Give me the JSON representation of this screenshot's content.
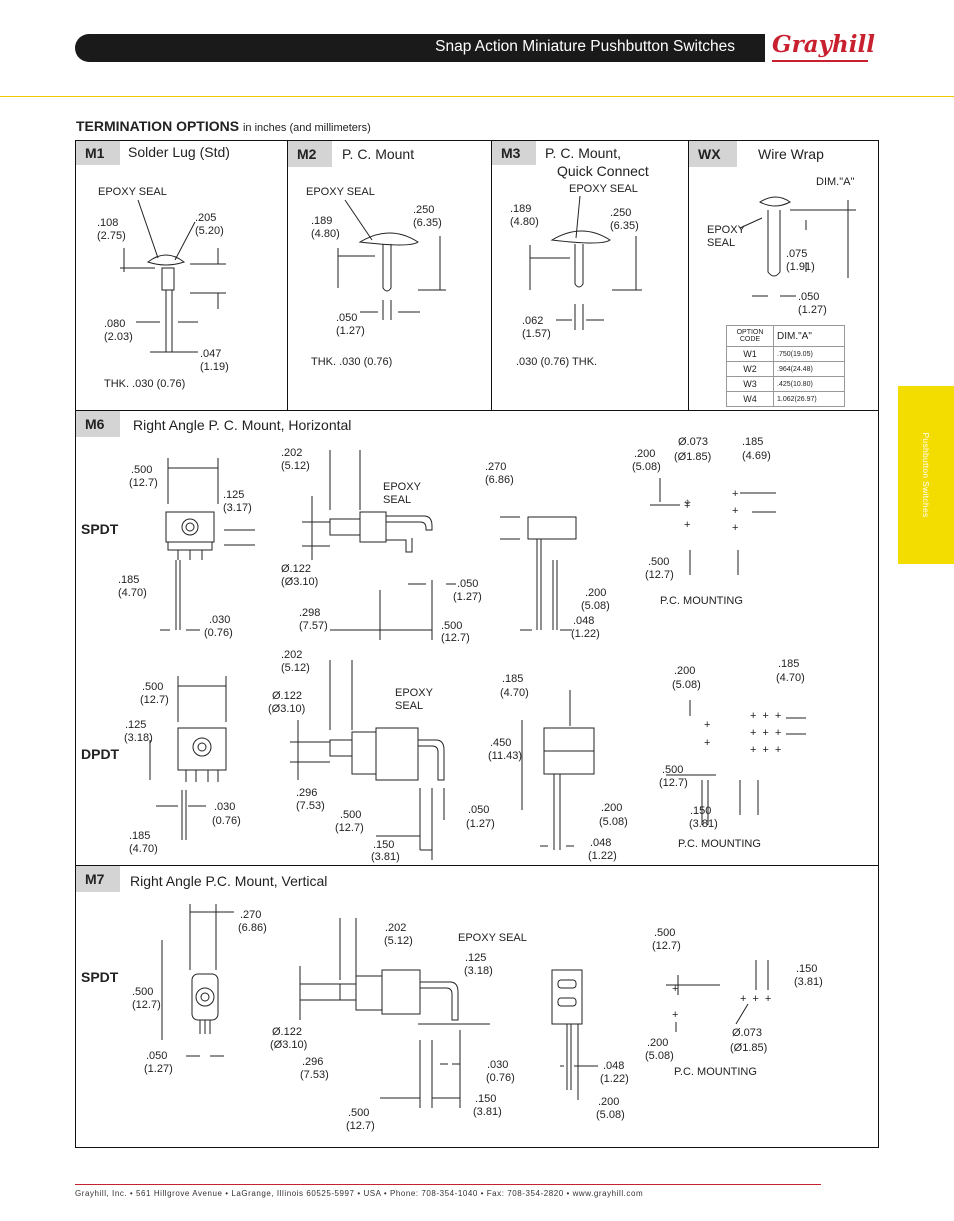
{
  "header": {
    "title": "Snap Action Miniature Pushbutton Switches",
    "logo_text": "Grayhill"
  },
  "side_tab": {
    "label": "Pushbutton Switches",
    "color": "#f3dc00"
  },
  "section": {
    "title": "TERMINATION OPTIONS",
    "subtitle": "in inches (and millimeters)"
  },
  "m1": {
    "code": "M1",
    "title": "Solder Lug (Std)",
    "d1": "EPOXY SEAL",
    "d2": ".108",
    "d3": "(2.75)",
    "d4": ".205",
    "d5": "(5.20)",
    "d6": ".080",
    "d7": "(2.03)",
    "d8": ".047",
    "d9": "(1.19)",
    "d10": "THK. .030 (0.76)"
  },
  "m2": {
    "code": "M2",
    "title": "P. C. Mount",
    "d1": "EPOXY SEAL",
    "d2": ".189",
    "d3": "(4.80)",
    "d4": ".250",
    "d5": "(6.35)",
    "d6": ".050",
    "d7": "(1.27)",
    "d8": "THK. .030 (0.76)"
  },
  "m3": {
    "code": "M3",
    "title_line1": "P. C. Mount,",
    "title_line2": "Quick Connect",
    "d1": "EPOXY SEAL",
    "d2": ".189",
    "d3": "(4.80)",
    "d4": ".250",
    "d5": "(6.35)",
    "d6": ".062",
    "d7": "(1.57)",
    "d8": ".030 (0.76) THK."
  },
  "wx": {
    "code": "WX",
    "title": "Wire Wrap",
    "d1": "DIM.\"A\"",
    "d2": "EPOXY",
    "d3": "SEAL",
    "d4": ".075",
    "d5": "(1.91)",
    "d6": ".050",
    "d7": "(1.27)",
    "table": {
      "h1a": "OPTION",
      "h1b": "CODE",
      "h2": "DIM.\"A\"",
      "rows": [
        {
          "code": "W1",
          "dim": ".750(19.05)"
        },
        {
          "code": "W2",
          "dim": ".964(24.48)"
        },
        {
          "code": "W3",
          "dim": ".425(10.80)"
        },
        {
          "code": "W4",
          "dim": "1.062(26.97)"
        }
      ]
    }
  },
  "m6": {
    "code": "M6",
    "title": "Right Angle P. C. Mount, Horizontal",
    "spdt": {
      "label": "SPDT",
      "d1": ".500",
      "d2": "(12.7)",
      "d3": ".125",
      "d4": "(3.17)",
      "d5": ".185",
      "d6": "(4.70)",
      "d7": ".030",
      "d8": "(0.76)",
      "d9": ".202",
      "d10": "(5.12)",
      "d11": "EPOXY",
      "d12": "SEAL",
      "d13": "Ø.122",
      "d14": "(Ø3.10)",
      "d15": ".050",
      "d16": "(1.27)",
      "d17": ".298",
      "d18": "(7.57)",
      "d19": ".500",
      "d20": "(12.7)",
      "d21": ".270",
      "d22": "(6.86)",
      "d23": ".200",
      "d24": "(5.08)",
      "d25": ".048",
      "d26": "(1.22)",
      "d27": ".200",
      "d28": "(5.08)",
      "d29": "Ø.073",
      "d30": "(Ø1.85)",
      "d31": ".185",
      "d32": "(4.69)",
      "d33": ".500",
      "d34": "(12.7)",
      "d35": "P.C. MOUNTING"
    },
    "dpdt": {
      "label": "DPDT",
      "d1": ".500",
      "d2": "(12.7)",
      "d3": ".125",
      "d4": "(3.18)",
      "d5": ".030",
      "d6": "(0.76)",
      "d7": ".185",
      "d8": "(4.70)",
      "d9": ".202",
      "d10": "(5.12)",
      "d11": "Ø.122",
      "d12": "(Ø3.10)",
      "d13": "EPOXY",
      "d14": "SEAL",
      "d15": ".296",
      "d16": "(7.53)",
      "d17": ".500",
      "d18": "(12.7)",
      "d19": ".150",
      "d20": "(3.81)",
      "d21": ".050",
      "d22": "(1.27)",
      "d23": ".185",
      "d24": "(4.70)",
      "d25": ".450",
      "d26": "(11.43)",
      "d27": ".200",
      "d28": "(5.08)",
      "d29": ".048",
      "d30": "(1.22)",
      "d31": ".200",
      "d32": "(5.08)",
      "d33": ".185",
      "d34": "(4.70)",
      "d35": ".500",
      "d36": "(12.7)",
      "d37": ".150",
      "d38": "(3.81)",
      "d39": "P.C. MOUNTING"
    }
  },
  "m7": {
    "code": "M7",
    "title": "Right Angle P.C. Mount, Vertical",
    "label": "SPDT",
    "d1": ".270",
    "d2": "(6.86)",
    "d3": ".500",
    "d4": "(12.7)",
    "d5": ".050",
    "d6": "(1.27)",
    "d7": ".202",
    "d8": "(5.12)",
    "d9": "EPOXY SEAL",
    "d10": ".125",
    "d11": "(3.18)",
    "d12": "Ø.122",
    "d13": "(Ø3.10)",
    "d14": ".296",
    "d15": "(7.53)",
    "d16": ".030",
    "d17": "(0.76)",
    "d18": ".150",
    "d19": "(3.81)",
    "d20": ".500",
    "d21": "(12.7)",
    "d22": ".048",
    "d23": "(1.22)",
    "d24": ".200",
    "d25": "(5.08)",
    "d26": ".500",
    "d27": "(12.7)",
    "d28": ".150",
    "d29": "(3.81)",
    "d30": ".200",
    "d31": "(5.08)",
    "d32": "Ø.073",
    "d33": "(Ø1.85)",
    "d34": "P.C. MOUNTING"
  },
  "footer": {
    "text": "Grayhill, Inc. • 561 Hillgrove Avenue • LaGrange, Illinois 60525-5997 • USA • Phone: 708-354-1040 • Fax: 708-354-2820 • www.grayhill.com"
  },
  "colors": {
    "brand_red": "#c8202f",
    "header_bg": "#1a1a1a",
    "code_box": "#d4d4d4"
  }
}
